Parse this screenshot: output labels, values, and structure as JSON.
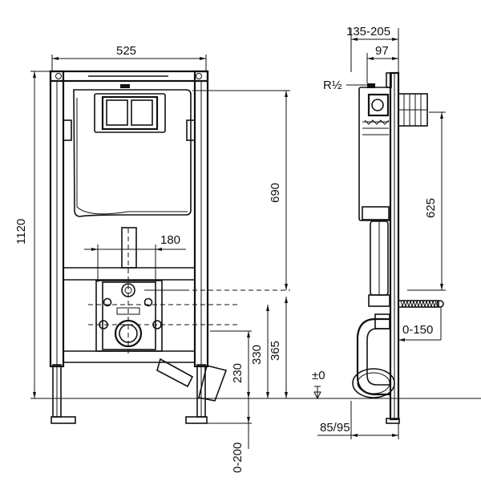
{
  "dimensions": {
    "frame_width": "525",
    "frame_height": "1120",
    "cistern_height": "690",
    "drain_spacing": "180",
    "drain_height": "230",
    "supply_height_a": "330",
    "supply_height_b": "365",
    "floor_offset": "0-200",
    "depth_range": "135-205",
    "depth_fixed": "97",
    "thread_label": "R½",
    "side_height": "625",
    "side_offset": "0-150",
    "foot_depth": "85/95",
    "floor_level": "±0"
  },
  "colors": {
    "line": "#111111",
    "background": "#ffffff"
  }
}
